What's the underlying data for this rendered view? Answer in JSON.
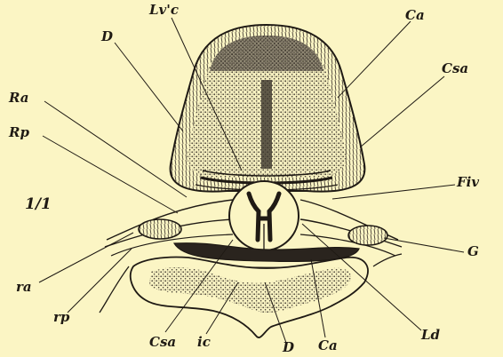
{
  "figure": {
    "scale": "1/1",
    "labels": {
      "Lvc": "Lv'c",
      "Ca_top": "Ca",
      "D_top": "D",
      "Csa_top": "Csa",
      "Ra": "Ra",
      "Rp": "Rp",
      "Fiv": "Fiv",
      "G": "G",
      "ra": "ra",
      "rp": "rp",
      "Csa_bottom": "Csa",
      "ic": "ic",
      "D_bottom": "D",
      "Ca_bottom": "Ca",
      "Ld": "Ld"
    }
  },
  "colors": {
    "paper": "#fbf5c4",
    "ink": "#1f1a14",
    "hatch": "#4a4238"
  }
}
